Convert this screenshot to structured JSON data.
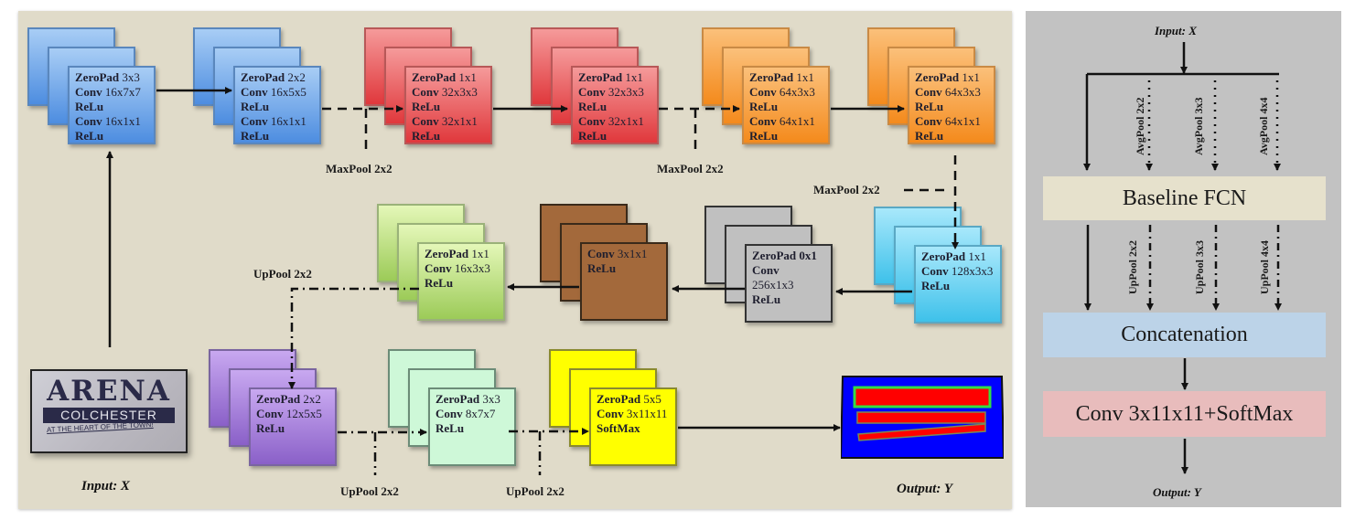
{
  "main_diagram": {
    "encoder": [
      {
        "color": "blue",
        "lines": [
          [
            "ZeroPad",
            "3x3"
          ],
          [
            "Conv",
            "16x7x7"
          ],
          [
            "ReLu",
            ""
          ],
          [
            "Conv",
            "16x1x1"
          ],
          [
            "ReLu",
            ""
          ]
        ]
      },
      {
        "color": "blue",
        "lines": [
          [
            "ZeroPad",
            "2x2"
          ],
          [
            "Conv",
            "16x5x5"
          ],
          [
            "ReLu",
            ""
          ],
          [
            "Conv",
            "16x1x1"
          ],
          [
            "ReLu",
            ""
          ]
        ]
      },
      {
        "color": "red",
        "lines": [
          [
            "ZeroPad",
            "1x1"
          ],
          [
            "Conv",
            "32x3x3"
          ],
          [
            "ReLu",
            ""
          ],
          [
            "Conv",
            "32x1x1"
          ],
          [
            "ReLu",
            ""
          ]
        ]
      },
      {
        "color": "red",
        "lines": [
          [
            "ZeroPad",
            "1x1"
          ],
          [
            "Conv",
            "32x3x3"
          ],
          [
            "ReLu",
            ""
          ],
          [
            "Conv",
            "32x1x1"
          ],
          [
            "ReLu",
            ""
          ]
        ]
      },
      {
        "color": "orange",
        "lines": [
          [
            "ZeroPad",
            "1x1"
          ],
          [
            "Conv",
            "64x3x3"
          ],
          [
            "ReLu",
            ""
          ],
          [
            "Conv",
            "64x1x1"
          ],
          [
            "ReLu",
            ""
          ]
        ]
      },
      {
        "color": "orange",
        "lines": [
          [
            "ZeroPad",
            "1x1"
          ],
          [
            "Conv",
            "64x3x3"
          ],
          [
            "ReLu",
            ""
          ],
          [
            "Conv",
            "64x1x1"
          ],
          [
            "ReLu",
            ""
          ]
        ]
      }
    ],
    "middle": [
      {
        "color": "cyan",
        "lines": [
          [
            "ZeroPad",
            "1x1"
          ],
          [
            "Conv",
            "128x3x3"
          ],
          [
            "ReLu",
            ""
          ]
        ]
      },
      {
        "color": "gray",
        "lines": [
          [
            "ZeroPad 0x1",
            ""
          ],
          [
            "Conv",
            ""
          ],
          [
            "",
            "256x1x3"
          ],
          [
            "ReLu",
            ""
          ]
        ]
      },
      {
        "color": "brown",
        "lines": [
          [
            "Conv",
            "3x1x1"
          ],
          [
            "ReLu",
            ""
          ]
        ]
      },
      {
        "color": "green",
        "lines": [
          [
            "ZeroPad",
            "1x1"
          ],
          [
            "Conv",
            "16x3x3"
          ],
          [
            "ReLu",
            ""
          ]
        ]
      }
    ],
    "decoder": [
      {
        "color": "purple",
        "lines": [
          [
            "ZeroPad",
            "2x2"
          ],
          [
            "Conv",
            "12x5x5"
          ],
          [
            "ReLu",
            ""
          ]
        ]
      },
      {
        "color": "mint",
        "lines": [
          [
            "ZeroPad",
            "3x3"
          ],
          [
            "Conv",
            "8x7x7"
          ],
          [
            "ReLu",
            ""
          ]
        ]
      },
      {
        "color": "yellow",
        "lines": [
          [
            "ZeroPad",
            "5x5"
          ],
          [
            "Conv",
            "3x11x11"
          ],
          [
            "SoftMax",
            ""
          ]
        ]
      }
    ],
    "pool_labels": {
      "maxpool_1": "MaxPool 2x2",
      "maxpool_2": "MaxPool 2x2",
      "maxpool_3": "MaxPool 2x2",
      "uppool_1": "UpPool 2x2",
      "uppool_2": "UpPool 2x2",
      "uppool_3": "UpPool 2x2"
    },
    "input_label": "Input: X",
    "output_label": "Output: Y",
    "input_image": {
      "title": "ARENA",
      "subtitle": "COLCHESTER",
      "tagline": "AT THE HEART OF THE TOWN!"
    },
    "output_image_colors": {
      "background": "#0000ff",
      "text_regions": "#ff0000",
      "outline": "#33dd44"
    }
  },
  "side_diagram": {
    "input_label": "Input: X",
    "avgpool_labels": [
      "AvgPool 2x2",
      "AvgPool 3x3",
      "AvgPool 4x4"
    ],
    "baseline_label": "Baseline FCN",
    "uppool_labels": [
      "UpPool 2x2",
      "UpPool 3x3",
      "UpPool 4x4"
    ],
    "concat_label": "Concatenation",
    "final_label": "Conv 3x11x11+SoftMax",
    "output_label": "Output: Y",
    "colors": {
      "baseline": "#e6e1cc",
      "concat": "#bcd3e8",
      "final": "#e8bcbc"
    }
  }
}
